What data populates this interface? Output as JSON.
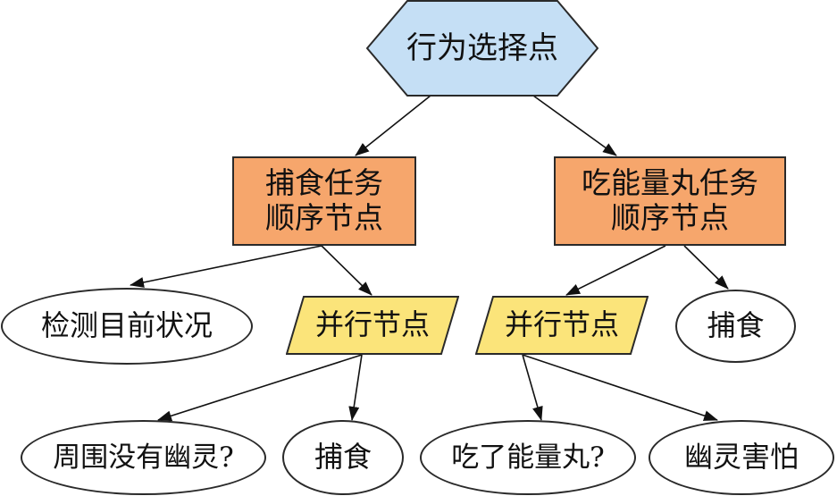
{
  "root": {
    "label": "行为选择点",
    "fill": "#c5dff5"
  },
  "seq_hunt": {
    "line1": "捕食任务",
    "line2": "顺序节点",
    "fill": "#f6a66c"
  },
  "seq_pellet": {
    "line1": "吃能量丸任务",
    "line2": "顺序节点",
    "fill": "#f6a66c"
  },
  "check_status": {
    "label": "检测目前状况"
  },
  "par_left": {
    "label": "并行节点",
    "fill": "#fbe47a"
  },
  "par_right": {
    "label": "并行节点",
    "fill": "#fbe47a"
  },
  "hunt_right": {
    "label": "捕食"
  },
  "no_ghost": {
    "label": "周围没有幽灵?"
  },
  "hunt_left": {
    "label": "捕食"
  },
  "ate_pellet": {
    "label": "吃了能量丸?"
  },
  "ghost_fear": {
    "label": "幽灵害怕"
  },
  "colors": {
    "stroke": "#2a2a2a",
    "ellipse_fill": "#ffffff"
  }
}
